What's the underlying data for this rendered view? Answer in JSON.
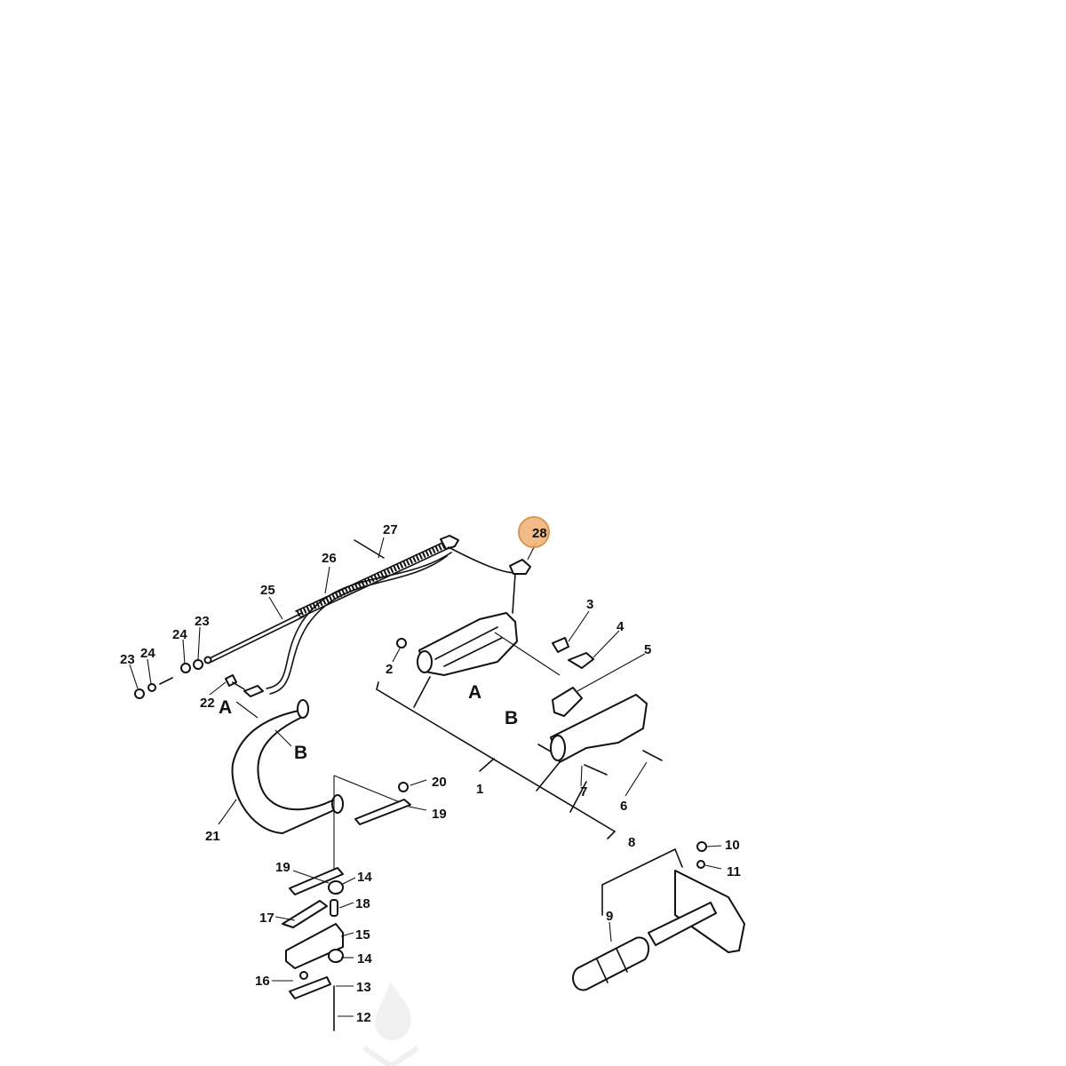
{
  "callouts": {
    "c1": "1",
    "c2": "2",
    "c3": "3",
    "c4": "4",
    "c5": "5",
    "c6": "6",
    "c7": "7",
    "c8": "8",
    "c9": "9",
    "c10": "10",
    "c11": "11",
    "c12": "12",
    "c13": "13",
    "c14a": "14",
    "c14b": "14",
    "c15": "15",
    "c16": "16",
    "c17": "17",
    "c18": "18",
    "c19a": "19",
    "c19b": "19",
    "c20": "20",
    "c21": "21",
    "c22": "22",
    "c23a": "23",
    "c23b": "23",
    "c24a": "24",
    "c24b": "24",
    "c25": "25",
    "c26": "26",
    "c27": "27",
    "c28": "28"
  },
  "letters": {
    "a_handle": "A",
    "a_bar": "A",
    "b_handle": "B",
    "b_bar": "B"
  },
  "highlight": {
    "part": "28",
    "color": "#f1b47b"
  },
  "watermark": {
    "icon": "flame-logo-icon"
  }
}
